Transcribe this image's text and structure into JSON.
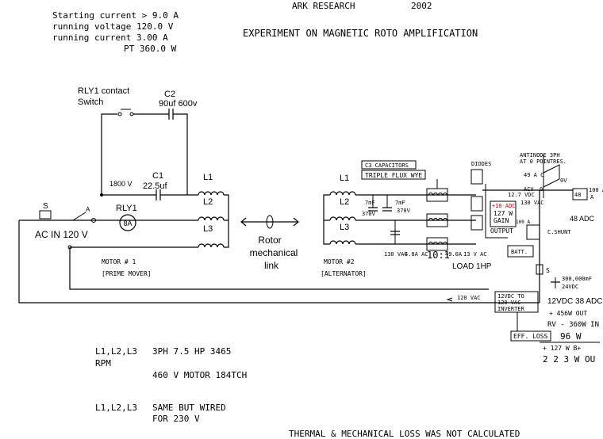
{
  "header": {
    "starting_current": "Starting current > 9.0 A",
    "running_voltage": "running voltage 120.0 V",
    "running_current": "running current   3.00 A",
    "pt": "PT  360.0   W",
    "company": "ARK RESEARCH",
    "year": "2002",
    "title": "EXPERIMENT ON MAGNETIC ROTO AMPLIFICATION"
  },
  "motor1": {
    "rly_contact": "RLY1 contact",
    "switch": "Switch",
    "c2": "C2",
    "c2_value": "90uf  600v",
    "c1": "C1",
    "c1_value": "22.5uf",
    "c1_volt": "1800 V",
    "rly1": "RLY1",
    "rly1_rating": "8A",
    "l1": "L1",
    "l2": "L2",
    "l3": "L3",
    "s": "S",
    "relay_a": "A",
    "ac_in": "AC  IN 120 V",
    "motor_label": "MOTOR # 1",
    "prime_mover": "[PRIME MOVER]"
  },
  "link": {
    "line1": "Rotor",
    "line2": "mechanical",
    "line3": "link"
  },
  "motor2": {
    "l1": "L1",
    "l2": "L2",
    "l3": "L3",
    "c3_capacitors": "C3 CAPACITORS",
    "triple_flux": "TRIPLE FLUX WYE",
    "cap_7mf_a": "7mF",
    "cap_370v_a": "370V",
    "cap_7mf_b": "7mF",
    "cap_370v_b": "370V",
    "v130": "130 VAC",
    "a48": "4.8A AC",
    "ratio": "10:1",
    "v49": "49.0A",
    "v13": "13 V AC",
    "load": "LOAD  1HP",
    "motor_label": "MOTOR #2",
    "alternator": "[ALTERNATOR]"
  },
  "right": {
    "diodes": "DIODES",
    "antinode": "ANTINODE 3PH",
    "points": "AT 0 POINTRES.",
    "v49ac": "49 A C",
    "acv": "ACV",
    "zero": "0",
    "zero_v": "0V",
    "v130ac": "130 VAC",
    "v127vdc": "12.7 VDC",
    "meter48": "48",
    "meter_a": "A",
    "meter100": "100 A",
    "a48adc": "48 ADC",
    "gain_plus": "+10 ADC",
    "gain_127": "127 W",
    "gain": "GAIN",
    "output": "OUTPUT",
    "shunt_100": "100 A",
    "shunt": "C.SHUNT",
    "batt": "BATT.",
    "s": "S",
    "cap_300k": "300,000mF",
    "v24": "24VDC",
    "vdc38": "12VDC  38 ADC",
    "inverter1": "12VDC TO",
    "inverter2": "120 VAC",
    "inverter3": "INVERTER",
    "vac120": "120 VAC",
    "p456": "+ 456W OUT",
    "p360": "RV - 360W IN",
    "eff": "EFF. LOSS",
    "p96": "96 W",
    "p127": "+ 127  W B+",
    "p223": "2 2 3 W OU"
  },
  "notes": {
    "n1a": "L1,L2,L3",
    "n1b": "3PH 7.5 HP 3465",
    "n1c": "RPM",
    "n1d": "460 V MOTOR 184TCH",
    "n2a": "L1,L2,L3",
    "n2b": "SAME BUT WIRED",
    "n2c": "FOR 230 V",
    "footer": "THERMAL & MECHANICAL LOSS WAS NOT CALCULATED"
  }
}
